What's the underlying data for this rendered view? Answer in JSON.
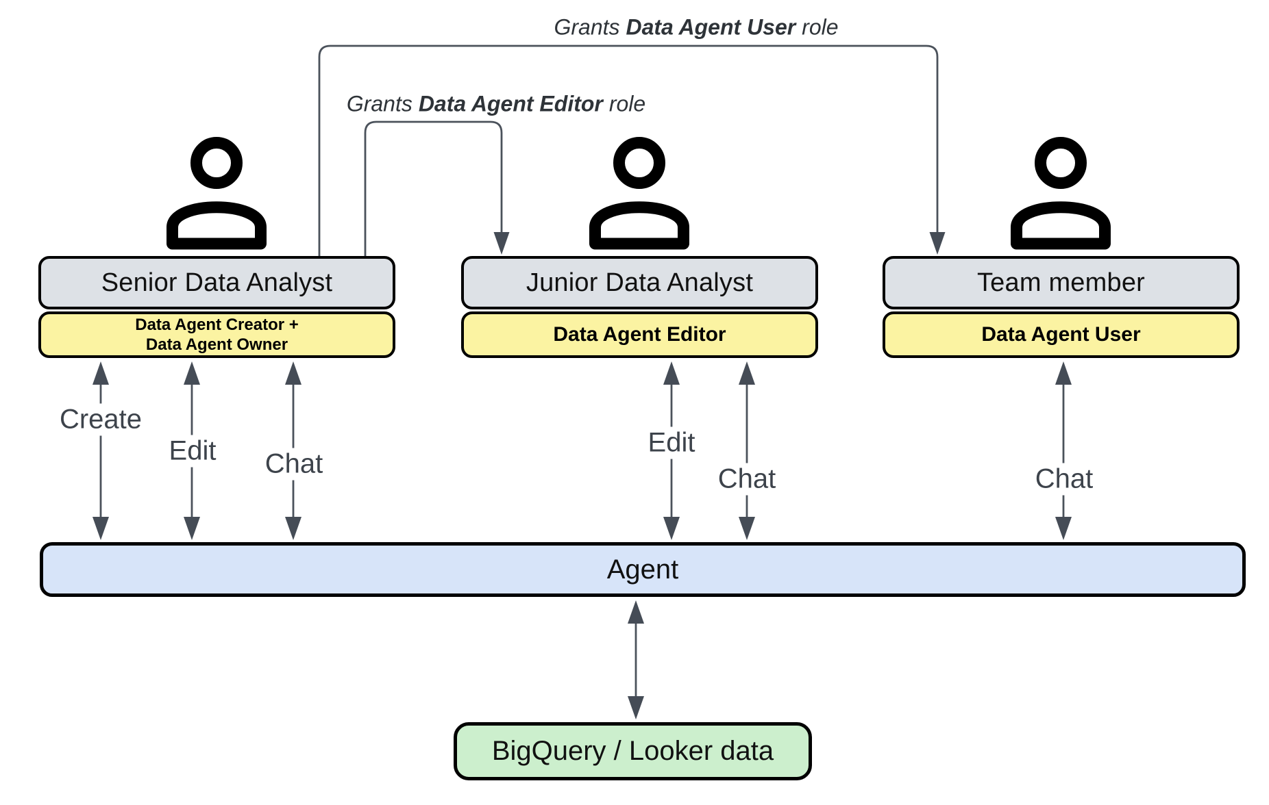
{
  "colors": {
    "box_gray": "#dde1e6",
    "box_yellow": "#fbf3a2",
    "box_blue": "#d7e4f9",
    "box_green": "#ccefcd",
    "box_border": "#000000",
    "connector": "#4b525b",
    "arrowhead": "#454c56",
    "label_text": "#3d434b",
    "grant_text": "#2e3338",
    "title_text": "#111111"
  },
  "grants": {
    "user": {
      "prefix": "Grants",
      "role": "Data Agent User",
      "suffix": "role"
    },
    "editor": {
      "prefix": "Grants",
      "role": "Data Agent Editor",
      "suffix": "role"
    }
  },
  "actors": [
    {
      "title": "Senior Data Analyst",
      "roles": [
        "Data Agent Creator +",
        "Data Agent Owner"
      ]
    },
    {
      "title": "Junior Data Analyst",
      "roles": [
        "Data Agent Editor"
      ]
    },
    {
      "title": "Team member",
      "roles": [
        "Data Agent User"
      ]
    }
  ],
  "arrows": {
    "create": "Create",
    "edit": "Edit",
    "chat": "Chat"
  },
  "agent": {
    "label": "Agent"
  },
  "datasource": {
    "label": "BigQuery / Looker data"
  }
}
